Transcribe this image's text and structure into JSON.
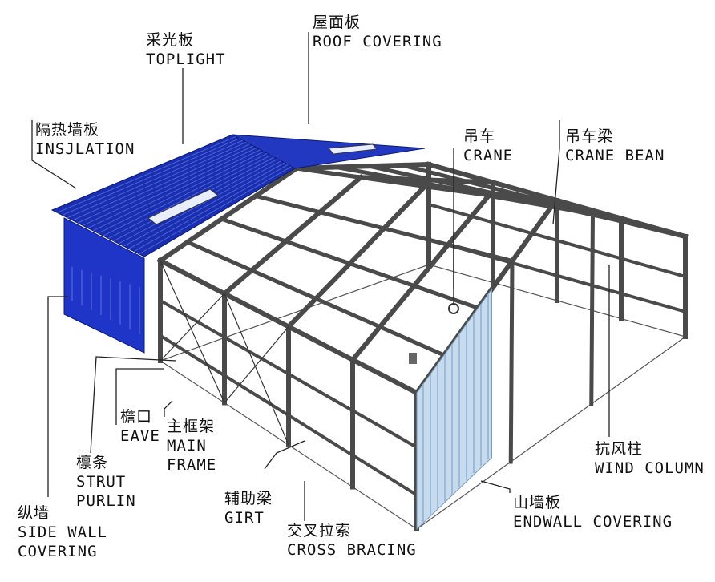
{
  "colors": {
    "roof": "#1a2fb0",
    "wall": "#1e35c8",
    "frame": "#4a4a4a",
    "endwall": "#c7dbef"
  },
  "labels": {
    "toplight": {
      "zh": "采光板",
      "en": "TOPLIGHT"
    },
    "roof_covering": {
      "zh": "屋面板",
      "en": "ROOF COVERING"
    },
    "insulation": {
      "zh": "隔热墙板",
      "en": "INSJLATION"
    },
    "crane": {
      "zh": "吊车",
      "en": "CRANE"
    },
    "crane_beam": {
      "zh": "吊车梁",
      "en": "CRANE BEAN"
    },
    "eave": {
      "zh": "檐口",
      "en": "EAVE"
    },
    "main_frame": {
      "zh": "主框架",
      "en1": "MAIN",
      "en2": "FRAME"
    },
    "strut_purlin": {
      "zh": "檩条",
      "en1": "STRUT",
      "en2": "PURLIN"
    },
    "side_wall": {
      "zh": "纵墙",
      "en1": "SIDE WALL",
      "en2": "COVERING"
    },
    "girt": {
      "zh": "辅助梁",
      "en": "GIRT"
    },
    "cross_bracing": {
      "zh": "交叉拉索",
      "en": "CROSS BRACING"
    },
    "endwall": {
      "zh": "山墙板",
      "en": "ENDWALL COVERING"
    },
    "wind_column": {
      "zh": "抗风柱",
      "en": "WIND COLUMN"
    }
  }
}
